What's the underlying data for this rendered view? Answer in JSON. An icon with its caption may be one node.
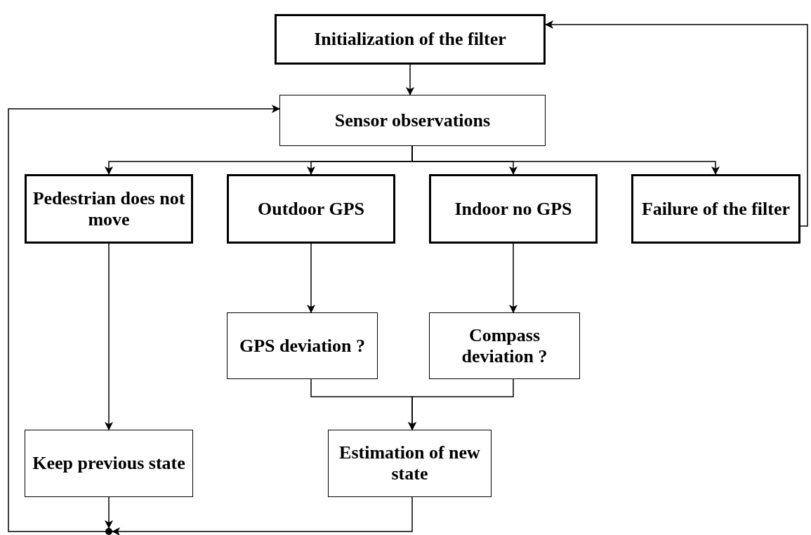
{
  "diagram": {
    "nodes": [
      {
        "text": [
          "Initialization of the filter"
        ]
      },
      {
        "text": [
          "Sensor observations"
        ]
      },
      {
        "text": [
          "Pedestrian does not move"
        ]
      },
      {
        "text": [
          "Outdoor GPS"
        ]
      },
      {
        "text": [
          "Indoor no GPS"
        ]
      },
      {
        "text": [
          "Failure of the filter"
        ]
      },
      {
        "text": [
          "GPS deviation ?"
        ]
      },
      {
        "text": [
          "Compass deviation ?"
        ]
      },
      {
        "text": [
          "Keep previous state"
        ]
      },
      {
        "text": [
          "Estimation of new state"
        ]
      },
      {
        "text": [],
        "shape": "circle"
      }
    ],
    "edges": [
      {
        "from": 0,
        "to": 1,
        "arrow": "to"
      },
      {
        "from": 1,
        "to": 2,
        "arrow": "to"
      },
      {
        "from": 1,
        "to": 3,
        "arrow": "to"
      },
      {
        "from": 1,
        "to": 4,
        "arrow": "to"
      },
      {
        "from": 1,
        "to": 5,
        "arrow": "to"
      },
      {
        "from": 5,
        "to": 0,
        "arrow": "to"
      },
      {
        "from": 3,
        "to": 6,
        "arrow": "to"
      },
      {
        "from": 4,
        "to": 7,
        "arrow": "to"
      },
      {
        "from": 6,
        "to": 9,
        "arrow": "to"
      },
      {
        "from": 7,
        "to": 9,
        "arrow": "to"
      },
      {
        "from": 2,
        "to": 8,
        "arrow": "to"
      },
      {
        "from": 8,
        "to": 10,
        "arrow": "to"
      },
      {
        "from": 9,
        "to": 10,
        "arrow": "to"
      },
      {
        "from": 10,
        "to": 1,
        "arrow": "to"
      }
    ]
  }
}
